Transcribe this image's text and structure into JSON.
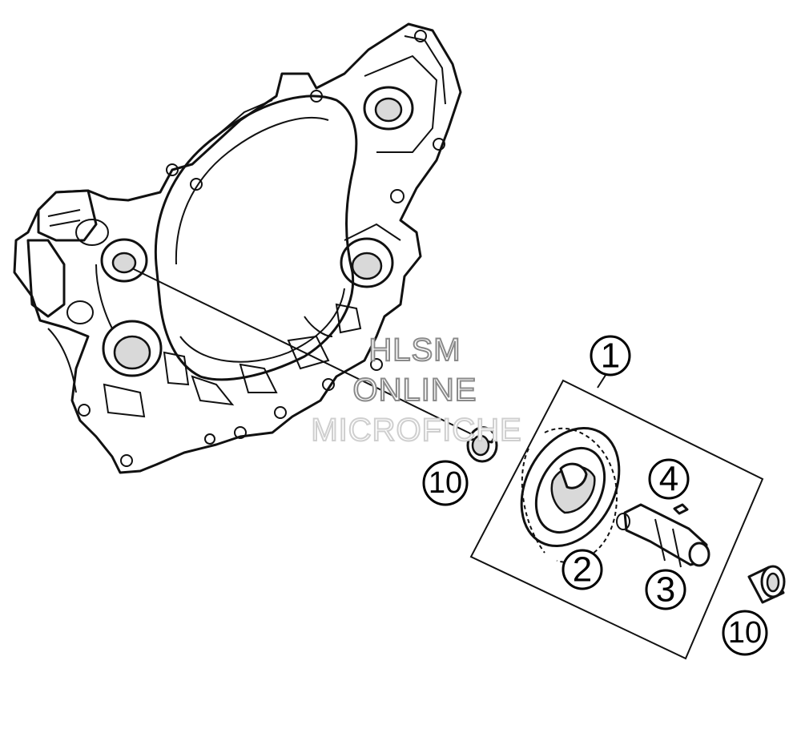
{
  "callouts": {
    "c1": "1",
    "c2": "2",
    "c3": "3",
    "c4": "4",
    "c10a": "10",
    "c10b": "10"
  },
  "watermark": {
    "line1": "HLSM",
    "line2": "ONLINE",
    "line3": "MICROFICHE"
  },
  "icons": {
    "crankcase": "engine-case-half-icon",
    "gear": "balancer-gear-icon",
    "shaft": "balancer-shaft-icon",
    "key": "woodruff-key-icon",
    "bushing": "needle-bearing-icon"
  },
  "colors": {
    "ink": "#111111",
    "background": "#ffffff",
    "watermark": "#8a8a8a"
  }
}
